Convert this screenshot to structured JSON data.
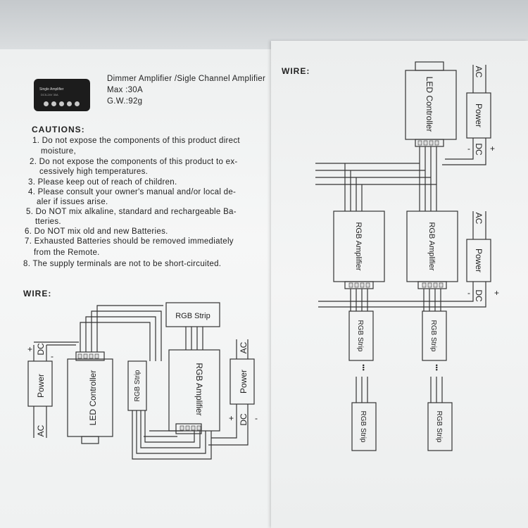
{
  "product": {
    "title": "Dimmer Amplifier /Sigle Channel Amplifier",
    "max": "Max :30A",
    "weight": "G.W.:92g",
    "image_label": "Single Amplifier",
    "image_sub": "DC5-24V 30A"
  },
  "cautions": {
    "title": "CAUTIONS:",
    "items": [
      "1. Do not expose the components of this product direct",
      "moisture,",
      "2. Do not expose the components of this product to ex-",
      "cessively high temperatures.",
      "3. Please keep out of reach of children.",
      "4. Please consult your owner's manual and/or local de-",
      "aler if  issues arise.",
      "5. Do NOT mix alkaline, standard and rechargeable Ba-",
      "tteries.",
      "6. Do NOT mix old and new Batteries.",
      "7. Exhausted Batteries should be removed immediately",
      "from the  Remote.",
      "8. The supply terminals are not to be short-circuited."
    ]
  },
  "left_wire": {
    "title": "WIRE:",
    "power": "Power",
    "ac": "AC",
    "dc": "DC",
    "plus": "+",
    "minus": "-",
    "led_controller": "LED Controller",
    "rgb_strip_small": "RGB Strip",
    "rgb_strip_top": "RGB Strip",
    "rgb_amplifier": "RGB Amplifier",
    "power2": "Power",
    "ac2": "AC",
    "dc2": "DC"
  },
  "right_wire": {
    "title": "WIRE:",
    "led_controller": "LED Controller",
    "power_top": "Power",
    "ac_top": "AC",
    "dc_top": "DC",
    "amp1": "RGB Amplifier",
    "amp2": "RGB Amplifier",
    "power_mid": "Power",
    "ac_mid": "AC",
    "dc_mid": "DC",
    "strip1": "RGB Strip",
    "strip2": "RGB Strip",
    "strip3": "RGB Strip",
    "strip4": "RGB Strip",
    "dots": "•••",
    "plus": "+",
    "minus": "-"
  }
}
